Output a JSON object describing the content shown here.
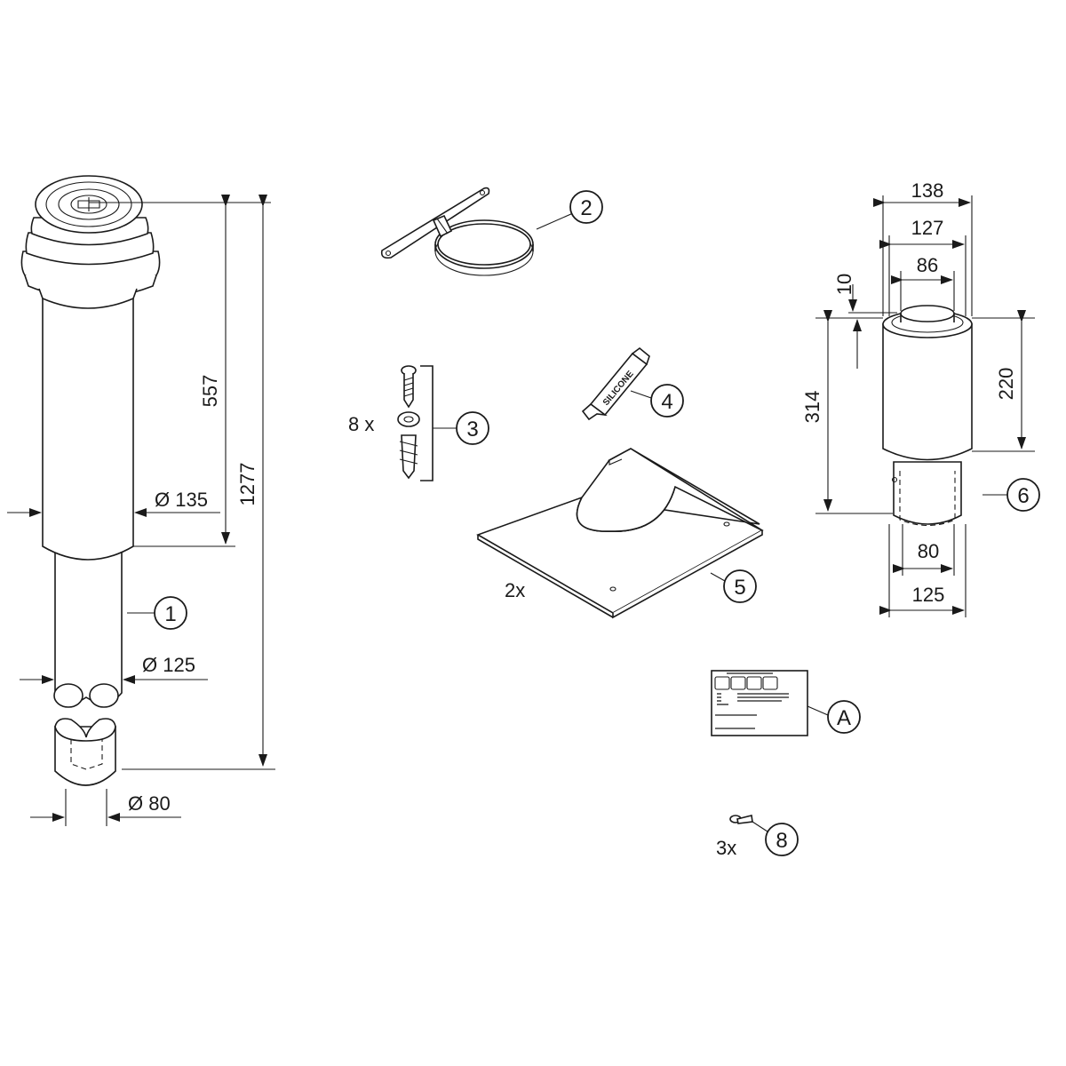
{
  "dimensions": {
    "d135": "Ø 135",
    "d125": "Ø 125",
    "d80": "Ø 80",
    "h557": "557",
    "h1277": "1277",
    "w138": "138",
    "w127": "127",
    "w86": "86",
    "h10": "10",
    "h314": "314",
    "h220": "220",
    "w80": "80",
    "w125": "125"
  },
  "quantities": {
    "screws": "8 x",
    "plates": "2x",
    "small_screws": "3x"
  },
  "callouts": {
    "c1": "1",
    "c2": "2",
    "c3": "3",
    "c4": "4",
    "c5": "5",
    "c6": "6",
    "cA": "A",
    "c8": "8"
  },
  "tube_text": "SILICONE"
}
